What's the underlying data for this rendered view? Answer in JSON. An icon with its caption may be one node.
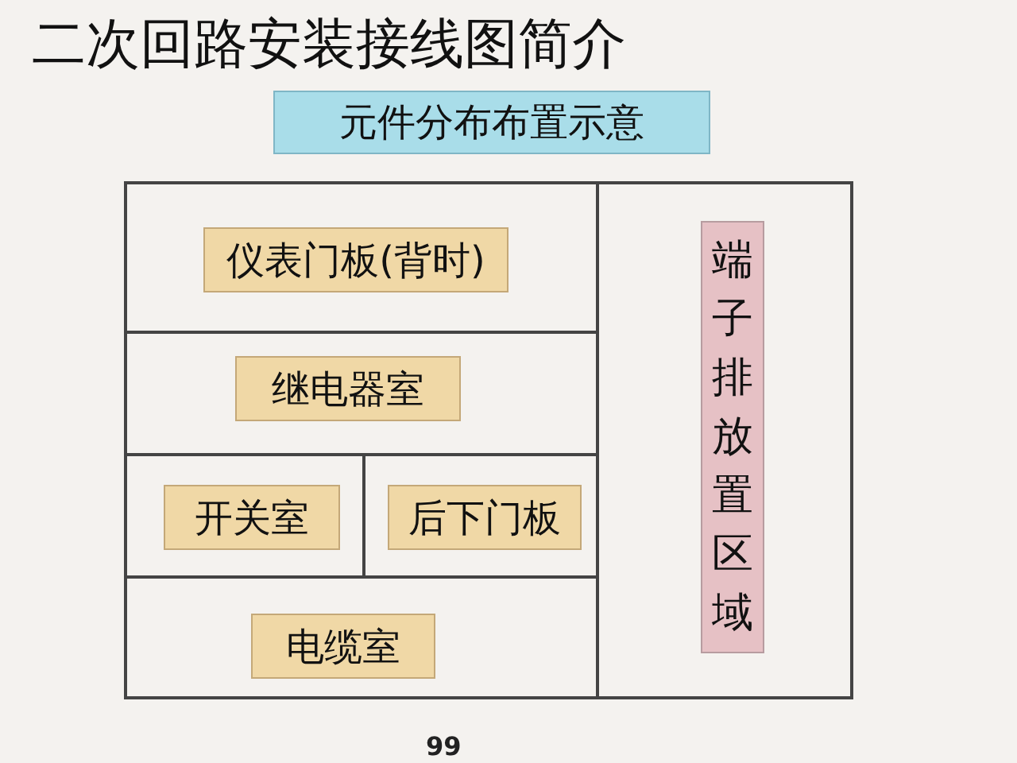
{
  "diagram": {
    "title": "二次回路安装接线图简介",
    "nodes": [
      {
        "text": [
          "元件分布布置示意"
        ]
      },
      {
        "text": [],
        "shape": "box"
      },
      {
        "text": [
          "仪表门板(背时)"
        ],
        "in": 1
      },
      {
        "text": [
          "继电器室"
        ],
        "in": 1
      },
      {
        "text": [
          "开关室"
        ],
        "in": 1
      },
      {
        "text": [
          "后下门板"
        ],
        "in": 1
      },
      {
        "text": [
          "电缆室"
        ],
        "in": 1
      },
      {
        "text": [
          "端子排放置区域"
        ],
        "in": 1
      }
    ],
    "labels": [
      "99"
    ]
  }
}
